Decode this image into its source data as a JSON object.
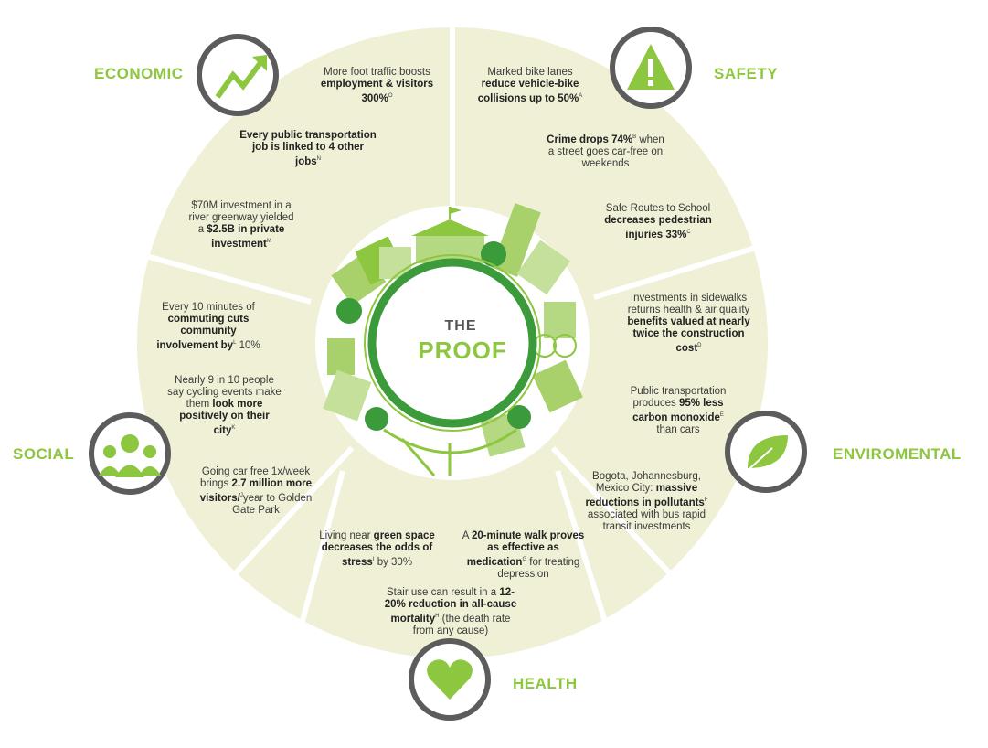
{
  "center": {
    "line1": "THE",
    "line2": "PROOF"
  },
  "categories": {
    "economic": "ECONOMIC",
    "safety": "SAFETY",
    "social": "SOCIAL",
    "environmental": "ENVIROMENTAL",
    "health": "HEALTH"
  },
  "facts": {
    "econ1": {
      "pre": "More foot traffic boosts ",
      "bold": "employment & visitors 300%",
      "sup": "O",
      "post": ""
    },
    "econ2": {
      "pre": "",
      "bold": "Every public transportation job is linked to 4 other jobs",
      "sup": "N",
      "post": ""
    },
    "econ3": {
      "pre": "$70M investment in a river greenway yielded a ",
      "bold": "$2.5B in private investment",
      "sup": "M",
      "post": ""
    },
    "safety1": {
      "pre": "Marked bike lanes ",
      "bold": "reduce vehicle-bike collisions up to 50%",
      "sup": "A",
      "post": ""
    },
    "safety2": {
      "pre": "",
      "bold": "Crime drops 74%",
      "sup": "B",
      "post": " when a street goes car-free on weekends"
    },
    "safety3": {
      "pre": "Safe Routes to School ",
      "bold": "decreases pedestrian injuries 33%",
      "sup": "C",
      "post": ""
    },
    "social1": {
      "pre": "Every 10 minutes of ",
      "bold": "commuting cuts community involvement by",
      "sup": "L",
      "post": " 10%"
    },
    "social2": {
      "pre": "Nearly 9 in 10 people say cycling events make them ",
      "bold": "look more positively on their city",
      "sup": "K",
      "post": ""
    },
    "social3": {
      "pre": "Going car free 1x/week brings ",
      "bold": "2.7 million more visitors/",
      "sup": "J",
      "post": "year to Golden Gate Park"
    },
    "env1": {
      "pre": "Investments in sidewalks returns health & air quality ",
      "bold": "benefits valued at nearly twice the construction cost",
      "sup": "D",
      "post": ""
    },
    "env2": {
      "pre": "Public transportation produces ",
      "bold": "95% less carbon monoxide",
      "sup": "E",
      "post": " than cars"
    },
    "env3": {
      "pre": "Bogota, Johannesburg, Mexico City: ",
      "bold": "massive reductions in pollutants",
      "sup": "F",
      "post": " associated with bus rapid transit investments"
    },
    "health1": {
      "pre": "Living near ",
      "bold": "green space decreases the odds of stress",
      "sup": "I",
      "post": " by 30%"
    },
    "health2": {
      "pre": "A ",
      "bold": "20-minute walk proves as effective as medication",
      "sup": "G",
      "post": " for treating depression"
    },
    "health3": {
      "pre": "Stair use can result in a ",
      "bold": "12-20% reduction in all-cause mortality",
      "sup": "H",
      "post": " (the death rate from any cause)"
    }
  },
  "icons": {
    "economic": "trend-up-arrow-icon",
    "safety": "warning-triangle-icon",
    "social": "group-of-people-icon",
    "environmental": "leaf-icon",
    "health": "heart-icon"
  },
  "colors": {
    "ring": "#eff0d5",
    "green": "#8dc63f",
    "dark_green": "#3b9a3a",
    "circle_border": "#5c5c5c"
  }
}
